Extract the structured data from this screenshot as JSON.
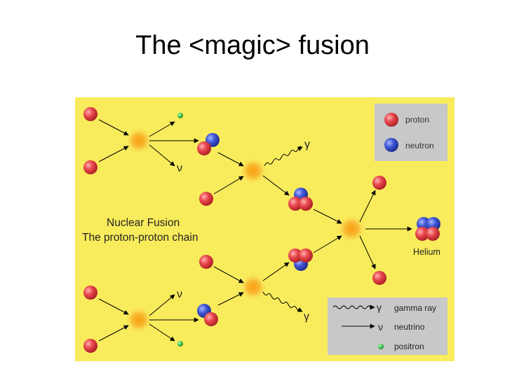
{
  "slide": {
    "title": "The <magic> fusion"
  },
  "diagram": {
    "heading_line1": "Nuclear Fusion",
    "heading_line2": "The proton-proton chain",
    "product_label": "Helium",
    "symbols": {
      "gamma": "γ",
      "neutrino": "ν"
    },
    "legend_particles": {
      "proton": "proton",
      "neutron": "neutron"
    },
    "legend_emissions": {
      "gamma_ray": "gamma ray",
      "neutrino": "neutrino",
      "positron": "positron"
    },
    "colors": {
      "background": "#f9ec5c",
      "proton": "#e0454a",
      "neutron": "#3f57d6",
      "positron": "#40c050",
      "fusion_glow": "#f4a81c",
      "legend_bg": "#c8c8c8"
    }
  }
}
